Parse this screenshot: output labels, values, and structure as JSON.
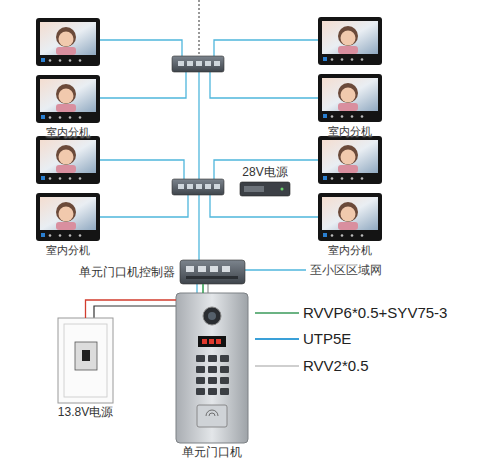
{
  "diagram": {
    "nodes": [
      {
        "text": [
          "室内分机"
        ]
      },
      {
        "text": [
          "室内分机"
        ]
      },
      {
        "text": [
          "28V电源"
        ]
      },
      {
        "text": [
          "室内分机"
        ]
      },
      {
        "text": [
          "室内分机"
        ]
      },
      {
        "text": [
          "单元门口机控制器"
        ]
      },
      {
        "text": [
          "13.8V电源"
        ]
      },
      {
        "text": [
          "单元门口机"
        ]
      }
    ],
    "edges": [
      {
        "from": 5,
        "to": 7,
        "arrow": "none"
      },
      {
        "from": 6,
        "to": 7,
        "arrow": "none"
      }
    ],
    "labels": [
      "至小区区域网"
    ],
    "legend": [
      {
        "text": "RVVP6*0.5+SYV75-3"
      },
      {
        "text": "UTP5E"
      },
      {
        "text": "RVV2*0.5"
      }
    ]
  }
}
